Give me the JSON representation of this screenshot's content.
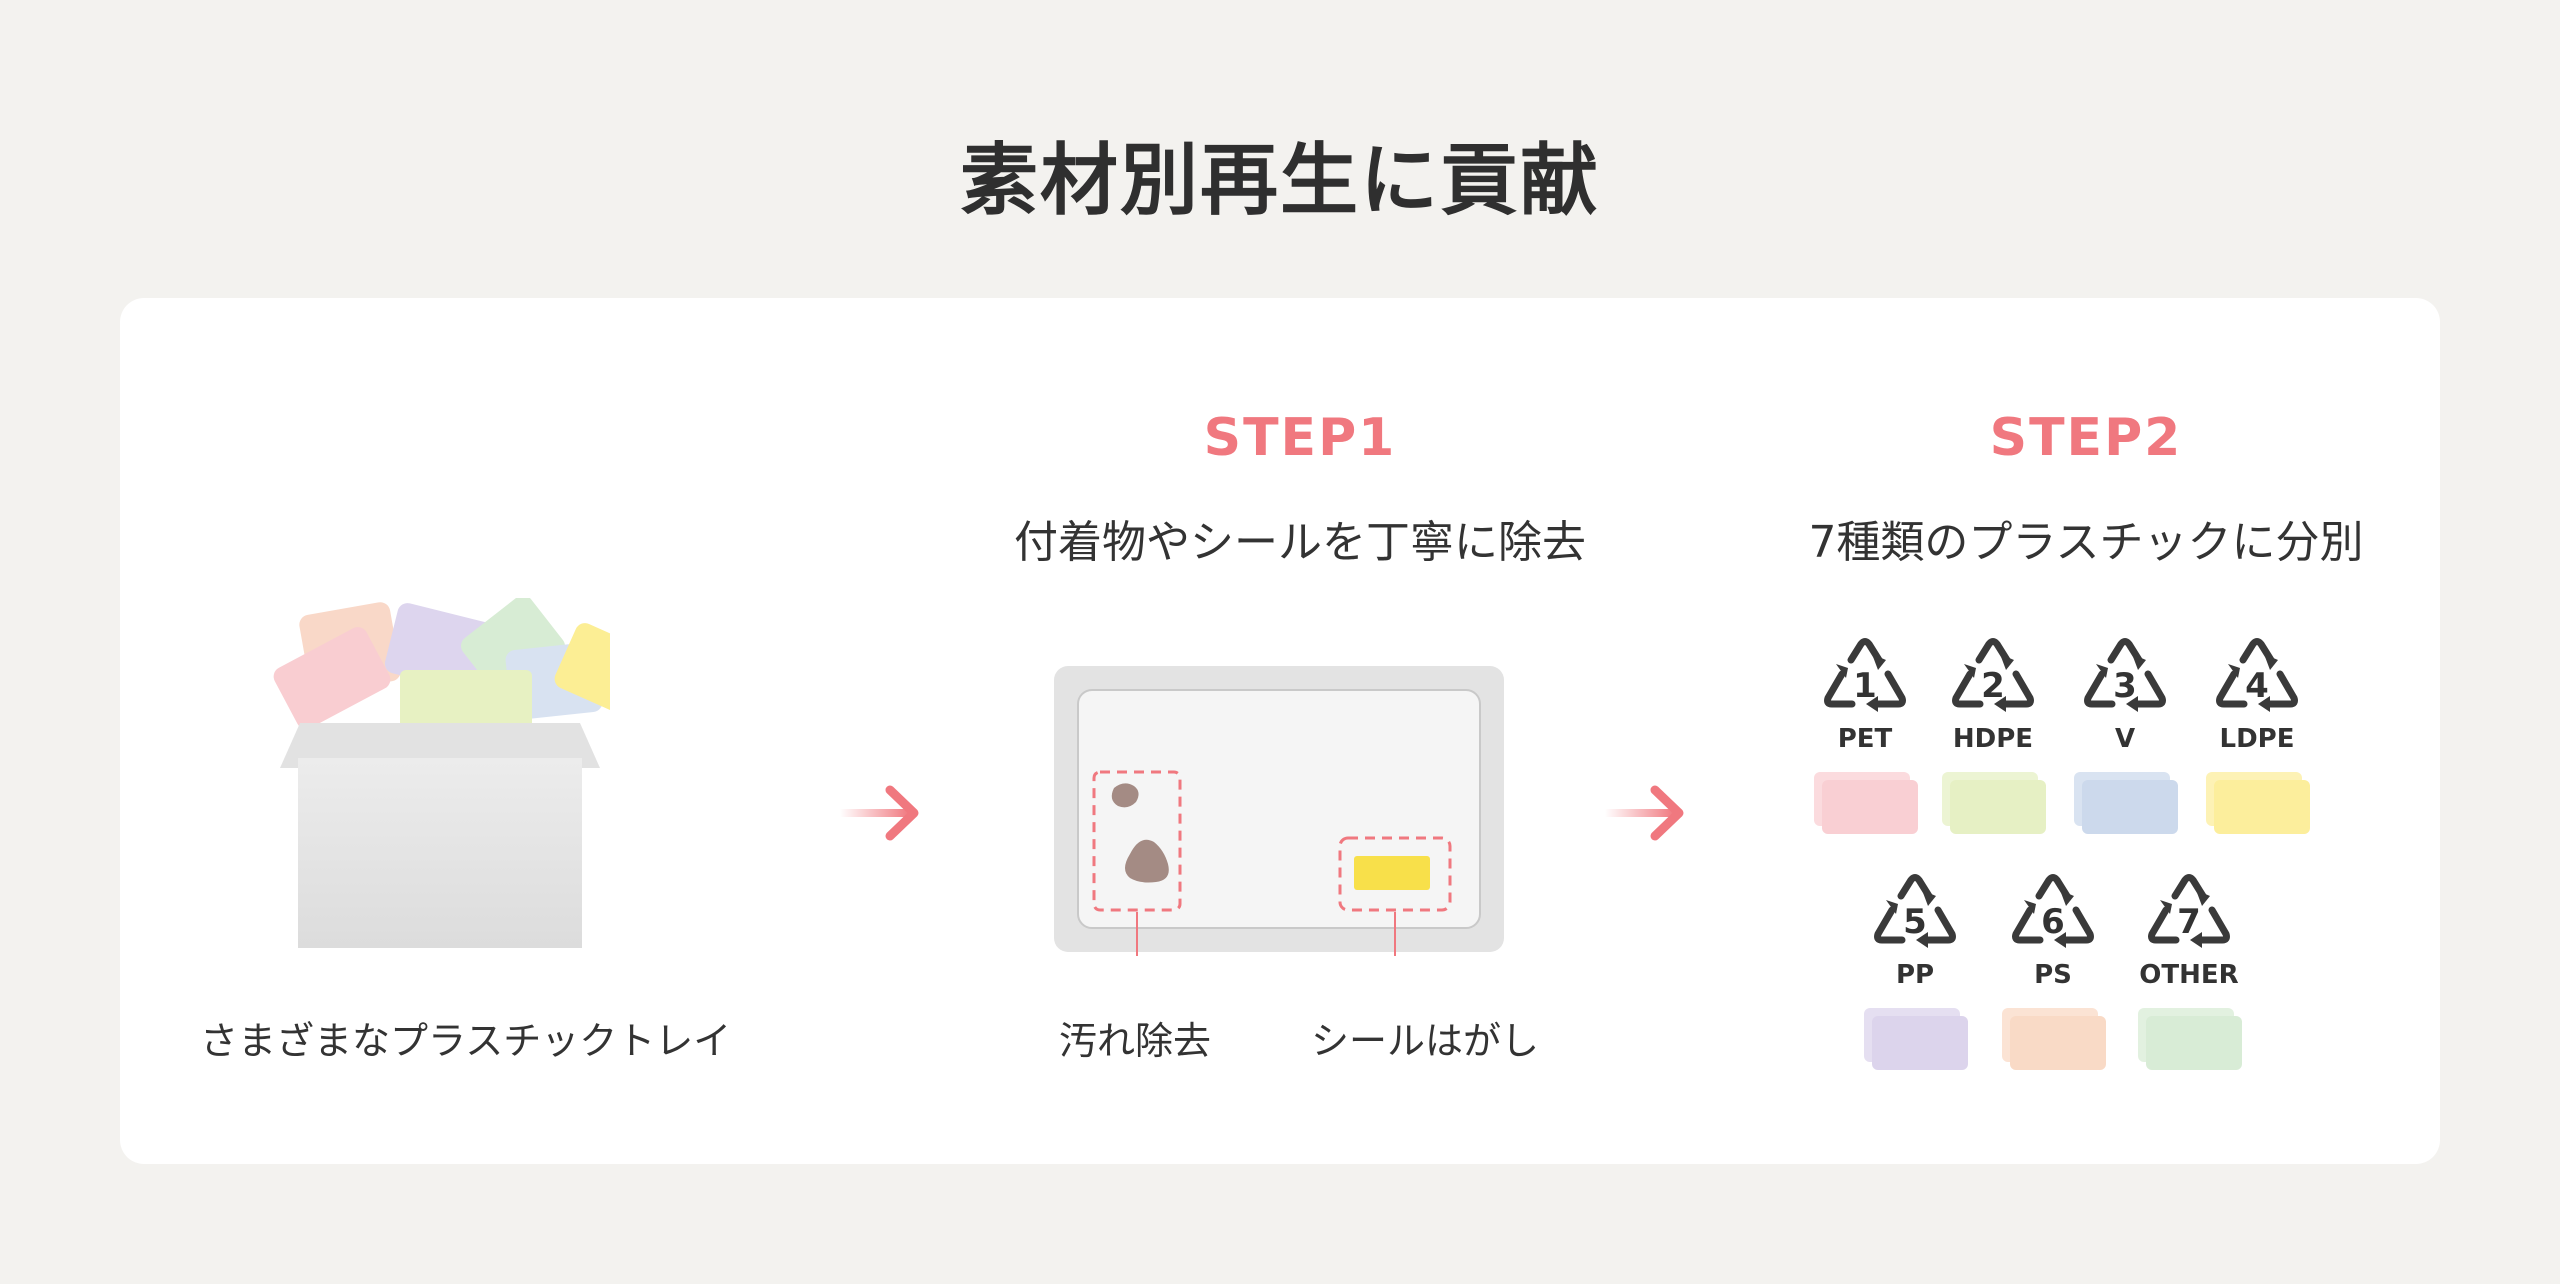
{
  "title": "素材別再生に貢献",
  "left": {
    "caption": "さまざまなプラスチックトレイ"
  },
  "step1": {
    "label": "STEP1",
    "description": "付着物やシールを丁寧に除去",
    "caption_dirt": "汚れ除去",
    "caption_sticker": "シールはがし"
  },
  "step2": {
    "label": "STEP2",
    "description": "7種類のプラスチックに分別",
    "codes": [
      {
        "num": "1",
        "name": "PET",
        "color": "#f9cfd3"
      },
      {
        "num": "2",
        "name": "HDPE",
        "color": "#e6f0c4"
      },
      {
        "num": "3",
        "name": "V",
        "color": "#ccd9ec"
      },
      {
        "num": "4",
        "name": "LDPE",
        "color": "#fcee9c"
      },
      {
        "num": "5",
        "name": "PP",
        "color": "#dcd4ec"
      },
      {
        "num": "6",
        "name": "PS",
        "color": "#f9dac6"
      },
      {
        "num": "7",
        "name": "OTHER",
        "color": "#d8ecd6"
      }
    ]
  },
  "colors": {
    "accent": "#f0787f",
    "background": "#f3f2ef",
    "card": "#ffffff",
    "stain": "#a48b84",
    "sticker": "#f8e04a"
  },
  "icons": [
    "recycle-icon",
    "arrow-right-icon"
  ]
}
